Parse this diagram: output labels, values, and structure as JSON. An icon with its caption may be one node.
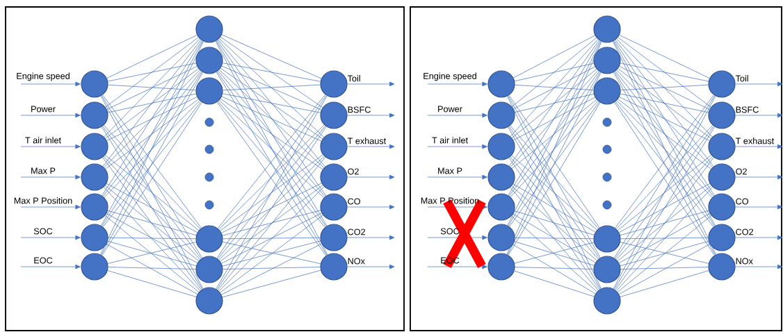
{
  "diagram": {
    "nodes": [
      {
        "text": [],
        "shape": "box"
      },
      {
        "text": [],
        "shape": "circle",
        "in": 0
      },
      {
        "text": [],
        "shape": "circle",
        "in": 0
      },
      {
        "text": [],
        "shape": "circle",
        "in": 0
      },
      {
        "text": [],
        "shape": "circle",
        "in": 0
      },
      {
        "text": [],
        "shape": "circle",
        "in": 0
      },
      {
        "text": [],
        "shape": "circle",
        "in": 0
      },
      {
        "text": [],
        "shape": "circle",
        "in": 0
      },
      {
        "text": [],
        "shape": "circle",
        "in": 0
      },
      {
        "text": [],
        "shape": "circle",
        "in": 0
      },
      {
        "text": [],
        "shape": "circle",
        "in": 0
      },
      {
        "text": [],
        "shape": "circle",
        "in": 0
      },
      {
        "text": [],
        "shape": "circle",
        "in": 0
      },
      {
        "text": [],
        "shape": "circle",
        "in": 0
      },
      {
        "text": [],
        "shape": "circle",
        "in": 0
      },
      {
        "text": [],
        "shape": "circle",
        "in": 0
      },
      {
        "text": [],
        "shape": "circle",
        "in": 0
      },
      {
        "text": [],
        "shape": "circle",
        "in": 0
      },
      {
        "text": [],
        "shape": "circle",
        "in": 0
      },
      {
        "text": [],
        "shape": "circle",
        "in": 0
      },
      {
        "text": [],
        "shape": "circle",
        "in": 0
      },
      {
        "text": [],
        "shape": "circle",
        "in": 0
      },
      {
        "text": [],
        "shape": "circle",
        "in": 0
      },
      {
        "text": [],
        "shape": "circle",
        "in": 0
      },
      {
        "text": [],
        "shape": "circle",
        "in": 0
      },
      {
        "text": [],
        "shape": "box"
      },
      {
        "text": [],
        "shape": "circle",
        "in": 25
      },
      {
        "text": [],
        "shape": "circle",
        "in": 25
      },
      {
        "text": [],
        "shape": "circle",
        "in": 25
      },
      {
        "text": [],
        "shape": "circle",
        "in": 25
      },
      {
        "text": [],
        "shape": "circle",
        "in": 25
      },
      {
        "text": [],
        "shape": "circle",
        "in": 25
      },
      {
        "text": [],
        "shape": "circle",
        "in": 25
      },
      {
        "text": [],
        "shape": "circle",
        "in": 25
      },
      {
        "text": [],
        "shape": "circle",
        "in": 25
      },
      {
        "text": [],
        "shape": "circle",
        "in": 25
      },
      {
        "text": [],
        "shape": "circle",
        "in": 25
      },
      {
        "text": [],
        "shape": "circle",
        "in": 25
      },
      {
        "text": [],
        "shape": "circle",
        "in": 25
      },
      {
        "text": [],
        "shape": "circle",
        "in": 25
      },
      {
        "text": [],
        "shape": "circle",
        "in": 25
      },
      {
        "text": [],
        "shape": "circle",
        "in": 25
      },
      {
        "text": [],
        "shape": "circle",
        "in": 25
      },
      {
        "text": [],
        "shape": "circle",
        "in": 25
      },
      {
        "text": [],
        "shape": "circle",
        "in": 25
      },
      {
        "text": [],
        "shape": "circle",
        "in": 25
      },
      {
        "text": [],
        "shape": "circle",
        "in": 25
      },
      {
        "text": [],
        "shape": "circle",
        "in": 25
      },
      {
        "text": [],
        "shape": "circle",
        "in": 25
      },
      {
        "text": [],
        "shape": "circle",
        "in": 25
      }
    ],
    "edges": [
      {
        "from": null,
        "to": 1,
        "arrow": "to",
        "label": "Engine speed"
      },
      {
        "from": null,
        "to": 2,
        "arrow": "to",
        "label": "Power"
      },
      {
        "from": null,
        "to": 3,
        "arrow": "to",
        "label": "T air inlet"
      },
      {
        "from": null,
        "to": 4,
        "arrow": "to",
        "label": "Max P"
      },
      {
        "from": null,
        "to": 5,
        "arrow": "to",
        "label": "Max P Position"
      },
      {
        "from": null,
        "to": 6,
        "arrow": "to",
        "label": "SOC"
      },
      {
        "from": null,
        "to": 7,
        "arrow": "to",
        "label": "EOC"
      },
      {
        "from": 1,
        "to": 8,
        "arrow": "none"
      },
      {
        "from": 1,
        "to": 9,
        "arrow": "none"
      },
      {
        "from": 1,
        "to": 10,
        "arrow": "none"
      },
      {
        "from": 1,
        "to": 15,
        "arrow": "none"
      },
      {
        "from": 1,
        "to": 16,
        "arrow": "none"
      },
      {
        "from": 1,
        "to": 17,
        "arrow": "none"
      },
      {
        "from": 2,
        "to": 8,
        "arrow": "none"
      },
      {
        "from": 2,
        "to": 9,
        "arrow": "none"
      },
      {
        "from": 2,
        "to": 10,
        "arrow": "none"
      },
      {
        "from": 2,
        "to": 15,
        "arrow": "none"
      },
      {
        "from": 2,
        "to": 16,
        "arrow": "none"
      },
      {
        "from": 2,
        "to": 17,
        "arrow": "none"
      },
      {
        "from": 3,
        "to": 8,
        "arrow": "none"
      },
      {
        "from": 3,
        "to": 9,
        "arrow": "none"
      },
      {
        "from": 3,
        "to": 10,
        "arrow": "none"
      },
      {
        "from": 3,
        "to": 15,
        "arrow": "none"
      },
      {
        "from": 3,
        "to": 16,
        "arrow": "none"
      },
      {
        "from": 3,
        "to": 17,
        "arrow": "none"
      },
      {
        "from": 4,
        "to": 8,
        "arrow": "none"
      },
      {
        "from": 4,
        "to": 9,
        "arrow": "none"
      },
      {
        "from": 4,
        "to": 10,
        "arrow": "none"
      },
      {
        "from": 4,
        "to": 15,
        "arrow": "none"
      },
      {
        "from": 4,
        "to": 16,
        "arrow": "none"
      },
      {
        "from": 4,
        "to": 17,
        "arrow": "none"
      },
      {
        "from": 5,
        "to": 8,
        "arrow": "none"
      },
      {
        "from": 5,
        "to": 9,
        "arrow": "none"
      },
      {
        "from": 5,
        "to": 10,
        "arrow": "none"
      },
      {
        "from": 5,
        "to": 15,
        "arrow": "none"
      },
      {
        "from": 5,
        "to": 16,
        "arrow": "none"
      },
      {
        "from": 5,
        "to": 17,
        "arrow": "none"
      },
      {
        "from": 6,
        "to": 8,
        "arrow": "none"
      },
      {
        "from": 6,
        "to": 9,
        "arrow": "none"
      },
      {
        "from": 6,
        "to": 10,
        "arrow": "none"
      },
      {
        "from": 6,
        "to": 15,
        "arrow": "none"
      },
      {
        "from": 6,
        "to": 16,
        "arrow": "none"
      },
      {
        "from": 6,
        "to": 17,
        "arrow": "none"
      },
      {
        "from": 7,
        "to": 8,
        "arrow": "none"
      },
      {
        "from": 7,
        "to": 9,
        "arrow": "none"
      },
      {
        "from": 7,
        "to": 10,
        "arrow": "none"
      },
      {
        "from": 7,
        "to": 15,
        "arrow": "none"
      },
      {
        "from": 7,
        "to": 16,
        "arrow": "none"
      },
      {
        "from": 7,
        "to": 17,
        "arrow": "none"
      },
      {
        "from": 8,
        "to": 18,
        "arrow": "none"
      },
      {
        "from": 8,
        "to": 19,
        "arrow": "none"
      },
      {
        "from": 8,
        "to": 20,
        "arrow": "none"
      },
      {
        "from": 8,
        "to": 21,
        "arrow": "none"
      },
      {
        "from": 8,
        "to": 22,
        "arrow": "none"
      },
      {
        "from": 8,
        "to": 23,
        "arrow": "none"
      },
      {
        "from": 8,
        "to": 24,
        "arrow": "none"
      },
      {
        "from": 9,
        "to": 18,
        "arrow": "none"
      },
      {
        "from": 9,
        "to": 19,
        "arrow": "none"
      },
      {
        "from": 9,
        "to": 20,
        "arrow": "none"
      },
      {
        "from": 9,
        "to": 21,
        "arrow": "none"
      },
      {
        "from": 9,
        "to": 22,
        "arrow": "none"
      },
      {
        "from": 9,
        "to": 23,
        "arrow": "none"
      },
      {
        "from": 9,
        "to": 24,
        "arrow": "none"
      },
      {
        "from": 10,
        "to": 18,
        "arrow": "none"
      },
      {
        "from": 10,
        "to": 19,
        "arrow": "none"
      },
      {
        "from": 10,
        "to": 20,
        "arrow": "none"
      },
      {
        "from": 10,
        "to": 21,
        "arrow": "none"
      },
      {
        "from": 10,
        "to": 22,
        "arrow": "none"
      },
      {
        "from": 10,
        "to": 23,
        "arrow": "none"
      },
      {
        "from": 10,
        "to": 24,
        "arrow": "none"
      },
      {
        "from": 15,
        "to": 18,
        "arrow": "none"
      },
      {
        "from": 15,
        "to": 19,
        "arrow": "none"
      },
      {
        "from": 15,
        "to": 20,
        "arrow": "none"
      },
      {
        "from": 15,
        "to": 21,
        "arrow": "none"
      },
      {
        "from": 15,
        "to": 22,
        "arrow": "none"
      },
      {
        "from": 15,
        "to": 23,
        "arrow": "none"
      },
      {
        "from": 15,
        "to": 24,
        "arrow": "none"
      },
      {
        "from": 16,
        "to": 18,
        "arrow": "none"
      },
      {
        "from": 16,
        "to": 19,
        "arrow": "none"
      },
      {
        "from": 16,
        "to": 20,
        "arrow": "none"
      },
      {
        "from": 16,
        "to": 21,
        "arrow": "none"
      },
      {
        "from": 16,
        "to": 22,
        "arrow": "none"
      },
      {
        "from": 16,
        "to": 23,
        "arrow": "none"
      },
      {
        "from": 16,
        "to": 24,
        "arrow": "none"
      },
      {
        "from": 17,
        "to": 18,
        "arrow": "none"
      },
      {
        "from": 17,
        "to": 19,
        "arrow": "none"
      },
      {
        "from": 17,
        "to": 20,
        "arrow": "none"
      },
      {
        "from": 17,
        "to": 21,
        "arrow": "none"
      },
      {
        "from": 17,
        "to": 22,
        "arrow": "none"
      },
      {
        "from": 17,
        "to": 23,
        "arrow": "none"
      },
      {
        "from": 17,
        "to": 24,
        "arrow": "none"
      },
      {
        "from": 18,
        "to": null,
        "arrow": "to",
        "label": "Toil"
      },
      {
        "from": 19,
        "to": null,
        "arrow": "to",
        "label": "BSFC"
      },
      {
        "from": 20,
        "to": null,
        "arrow": "to",
        "label": "T exhaust"
      },
      {
        "from": 21,
        "to": null,
        "arrow": "to",
        "label": "O2"
      },
      {
        "from": 22,
        "to": null,
        "arrow": "to",
        "label": "CO"
      },
      {
        "from": 23,
        "to": null,
        "arrow": "to",
        "label": "CO2"
      },
      {
        "from": 24,
        "to": null,
        "arrow": "to",
        "label": "NOx"
      },
      {
        "from": null,
        "to": 26,
        "arrow": "to",
        "label": "Engine speed"
      },
      {
        "from": null,
        "to": 27,
        "arrow": "to",
        "label": "Power"
      },
      {
        "from": null,
        "to": 28,
        "arrow": "to",
        "label": "T air inlet"
      },
      {
        "from": null,
        "to": 29,
        "arrow": "to",
        "label": "Max P"
      },
      {
        "from": null,
        "to": 30,
        "arrow": "to",
        "label": "Max P Position"
      },
      {
        "from": null,
        "to": 31,
        "arrow": "to",
        "label": "SOC"
      },
      {
        "from": null,
        "to": 32,
        "arrow": "to",
        "label": "EOC"
      },
      {
        "from": 26,
        "to": 33,
        "arrow": "none"
      },
      {
        "from": 26,
        "to": 34,
        "arrow": "none"
      },
      {
        "from": 26,
        "to": 35,
        "arrow": "none"
      },
      {
        "from": 26,
        "to": 40,
        "arrow": "none"
      },
      {
        "from": 26,
        "to": 41,
        "arrow": "none"
      },
      {
        "from": 26,
        "to": 42,
        "arrow": "none"
      },
      {
        "from": 27,
        "to": 33,
        "arrow": "none"
      },
      {
        "from": 27,
        "to": 34,
        "arrow": "none"
      },
      {
        "from": 27,
        "to": 35,
        "arrow": "none"
      },
      {
        "from": 27,
        "to": 40,
        "arrow": "none"
      },
      {
        "from": 27,
        "to": 41,
        "arrow": "none"
      },
      {
        "from": 27,
        "to": 42,
        "arrow": "none"
      },
      {
        "from": 28,
        "to": 33,
        "arrow": "none"
      },
      {
        "from": 28,
        "to": 34,
        "arrow": "none"
      },
      {
        "from": 28,
        "to": 35,
        "arrow": "none"
      },
      {
        "from": 28,
        "to": 40,
        "arrow": "none"
      },
      {
        "from": 28,
        "to": 41,
        "arrow": "none"
      },
      {
        "from": 28,
        "to": 42,
        "arrow": "none"
      },
      {
        "from": 29,
        "to": 33,
        "arrow": "none"
      },
      {
        "from": 29,
        "to": 34,
        "arrow": "none"
      },
      {
        "from": 29,
        "to": 35,
        "arrow": "none"
      },
      {
        "from": 29,
        "to": 40,
        "arrow": "none"
      },
      {
        "from": 29,
        "to": 41,
        "arrow": "none"
      },
      {
        "from": 29,
        "to": 42,
        "arrow": "none"
      },
      {
        "from": 30,
        "to": 33,
        "arrow": "none"
      },
      {
        "from": 30,
        "to": 34,
        "arrow": "none"
      },
      {
        "from": 30,
        "to": 35,
        "arrow": "none"
      },
      {
        "from": 30,
        "to": 40,
        "arrow": "none"
      },
      {
        "from": 30,
        "to": 41,
        "arrow": "none"
      },
      {
        "from": 30,
        "to": 42,
        "arrow": "none"
      },
      {
        "from": 31,
        "to": 33,
        "arrow": "none"
      },
      {
        "from": 31,
        "to": 34,
        "arrow": "none"
      },
      {
        "from": 31,
        "to": 35,
        "arrow": "none"
      },
      {
        "from": 31,
        "to": 40,
        "arrow": "none"
      },
      {
        "from": 31,
        "to": 41,
        "arrow": "none"
      },
      {
        "from": 31,
        "to": 42,
        "arrow": "none"
      },
      {
        "from": 32,
        "to": 33,
        "arrow": "none"
      },
      {
        "from": 32,
        "to": 34,
        "arrow": "none"
      },
      {
        "from": 32,
        "to": 35,
        "arrow": "none"
      },
      {
        "from": 32,
        "to": 40,
        "arrow": "none"
      },
      {
        "from": 32,
        "to": 41,
        "arrow": "none"
      },
      {
        "from": 32,
        "to": 42,
        "arrow": "none"
      },
      {
        "from": 33,
        "to": 43,
        "arrow": "none"
      },
      {
        "from": 33,
        "to": 44,
        "arrow": "none"
      },
      {
        "from": 33,
        "to": 45,
        "arrow": "none"
      },
      {
        "from": 33,
        "to": 46,
        "arrow": "none"
      },
      {
        "from": 33,
        "to": 47,
        "arrow": "none"
      },
      {
        "from": 33,
        "to": 48,
        "arrow": "none"
      },
      {
        "from": 33,
        "to": 49,
        "arrow": "none"
      },
      {
        "from": 34,
        "to": 43,
        "arrow": "none"
      },
      {
        "from": 34,
        "to": 44,
        "arrow": "none"
      },
      {
        "from": 34,
        "to": 45,
        "arrow": "none"
      },
      {
        "from": 34,
        "to": 46,
        "arrow": "none"
      },
      {
        "from": 34,
        "to": 47,
        "arrow": "none"
      },
      {
        "from": 34,
        "to": 48,
        "arrow": "none"
      },
      {
        "from": 34,
        "to": 49,
        "arrow": "none"
      },
      {
        "from": 35,
        "to": 43,
        "arrow": "none"
      },
      {
        "from": 35,
        "to": 44,
        "arrow": "none"
      },
      {
        "from": 35,
        "to": 45,
        "arrow": "none"
      },
      {
        "from": 35,
        "to": 46,
        "arrow": "none"
      },
      {
        "from": 35,
        "to": 47,
        "arrow": "none"
      },
      {
        "from": 35,
        "to": 48,
        "arrow": "none"
      },
      {
        "from": 35,
        "to": 49,
        "arrow": "none"
      },
      {
        "from": 40,
        "to": 43,
        "arrow": "none"
      },
      {
        "from": 40,
        "to": 44,
        "arrow": "none"
      },
      {
        "from": 40,
        "to": 45,
        "arrow": "none"
      },
      {
        "from": 40,
        "to": 46,
        "arrow": "none"
      },
      {
        "from": 40,
        "to": 47,
        "arrow": "none"
      },
      {
        "from": 40,
        "to": 48,
        "arrow": "none"
      },
      {
        "from": 40,
        "to": 49,
        "arrow": "none"
      },
      {
        "from": 41,
        "to": 43,
        "arrow": "none"
      },
      {
        "from": 41,
        "to": 44,
        "arrow": "none"
      },
      {
        "from": 41,
        "to": 45,
        "arrow": "none"
      },
      {
        "from": 41,
        "to": 46,
        "arrow": "none"
      },
      {
        "from": 41,
        "to": 47,
        "arrow": "none"
      },
      {
        "from": 41,
        "to": 48,
        "arrow": "none"
      },
      {
        "from": 41,
        "to": 49,
        "arrow": "none"
      },
      {
        "from": 42,
        "to": 43,
        "arrow": "none"
      },
      {
        "from": 42,
        "to": 44,
        "arrow": "none"
      },
      {
        "from": 42,
        "to": 45,
        "arrow": "none"
      },
      {
        "from": 42,
        "to": 46,
        "arrow": "none"
      },
      {
        "from": 42,
        "to": 47,
        "arrow": "none"
      },
      {
        "from": 42,
        "to": 48,
        "arrow": "none"
      },
      {
        "from": 42,
        "to": 49,
        "arrow": "none"
      },
      {
        "from": 43,
        "to": null,
        "arrow": "to",
        "label": "Toil"
      },
      {
        "from": 44,
        "to": null,
        "arrow": "to",
        "label": "BSFC"
      },
      {
        "from": 45,
        "to": null,
        "arrow": "to",
        "label": "T exhaust"
      },
      {
        "from": 46,
        "to": null,
        "arrow": "to",
        "label": "O2"
      },
      {
        "from": 47,
        "to": null,
        "arrow": "to",
        "label": "CO"
      },
      {
        "from": 48,
        "to": null,
        "arrow": "to",
        "label": "CO2"
      },
      {
        "from": 49,
        "to": null,
        "arrow": "to",
        "label": "NOx"
      }
    ]
  }
}
